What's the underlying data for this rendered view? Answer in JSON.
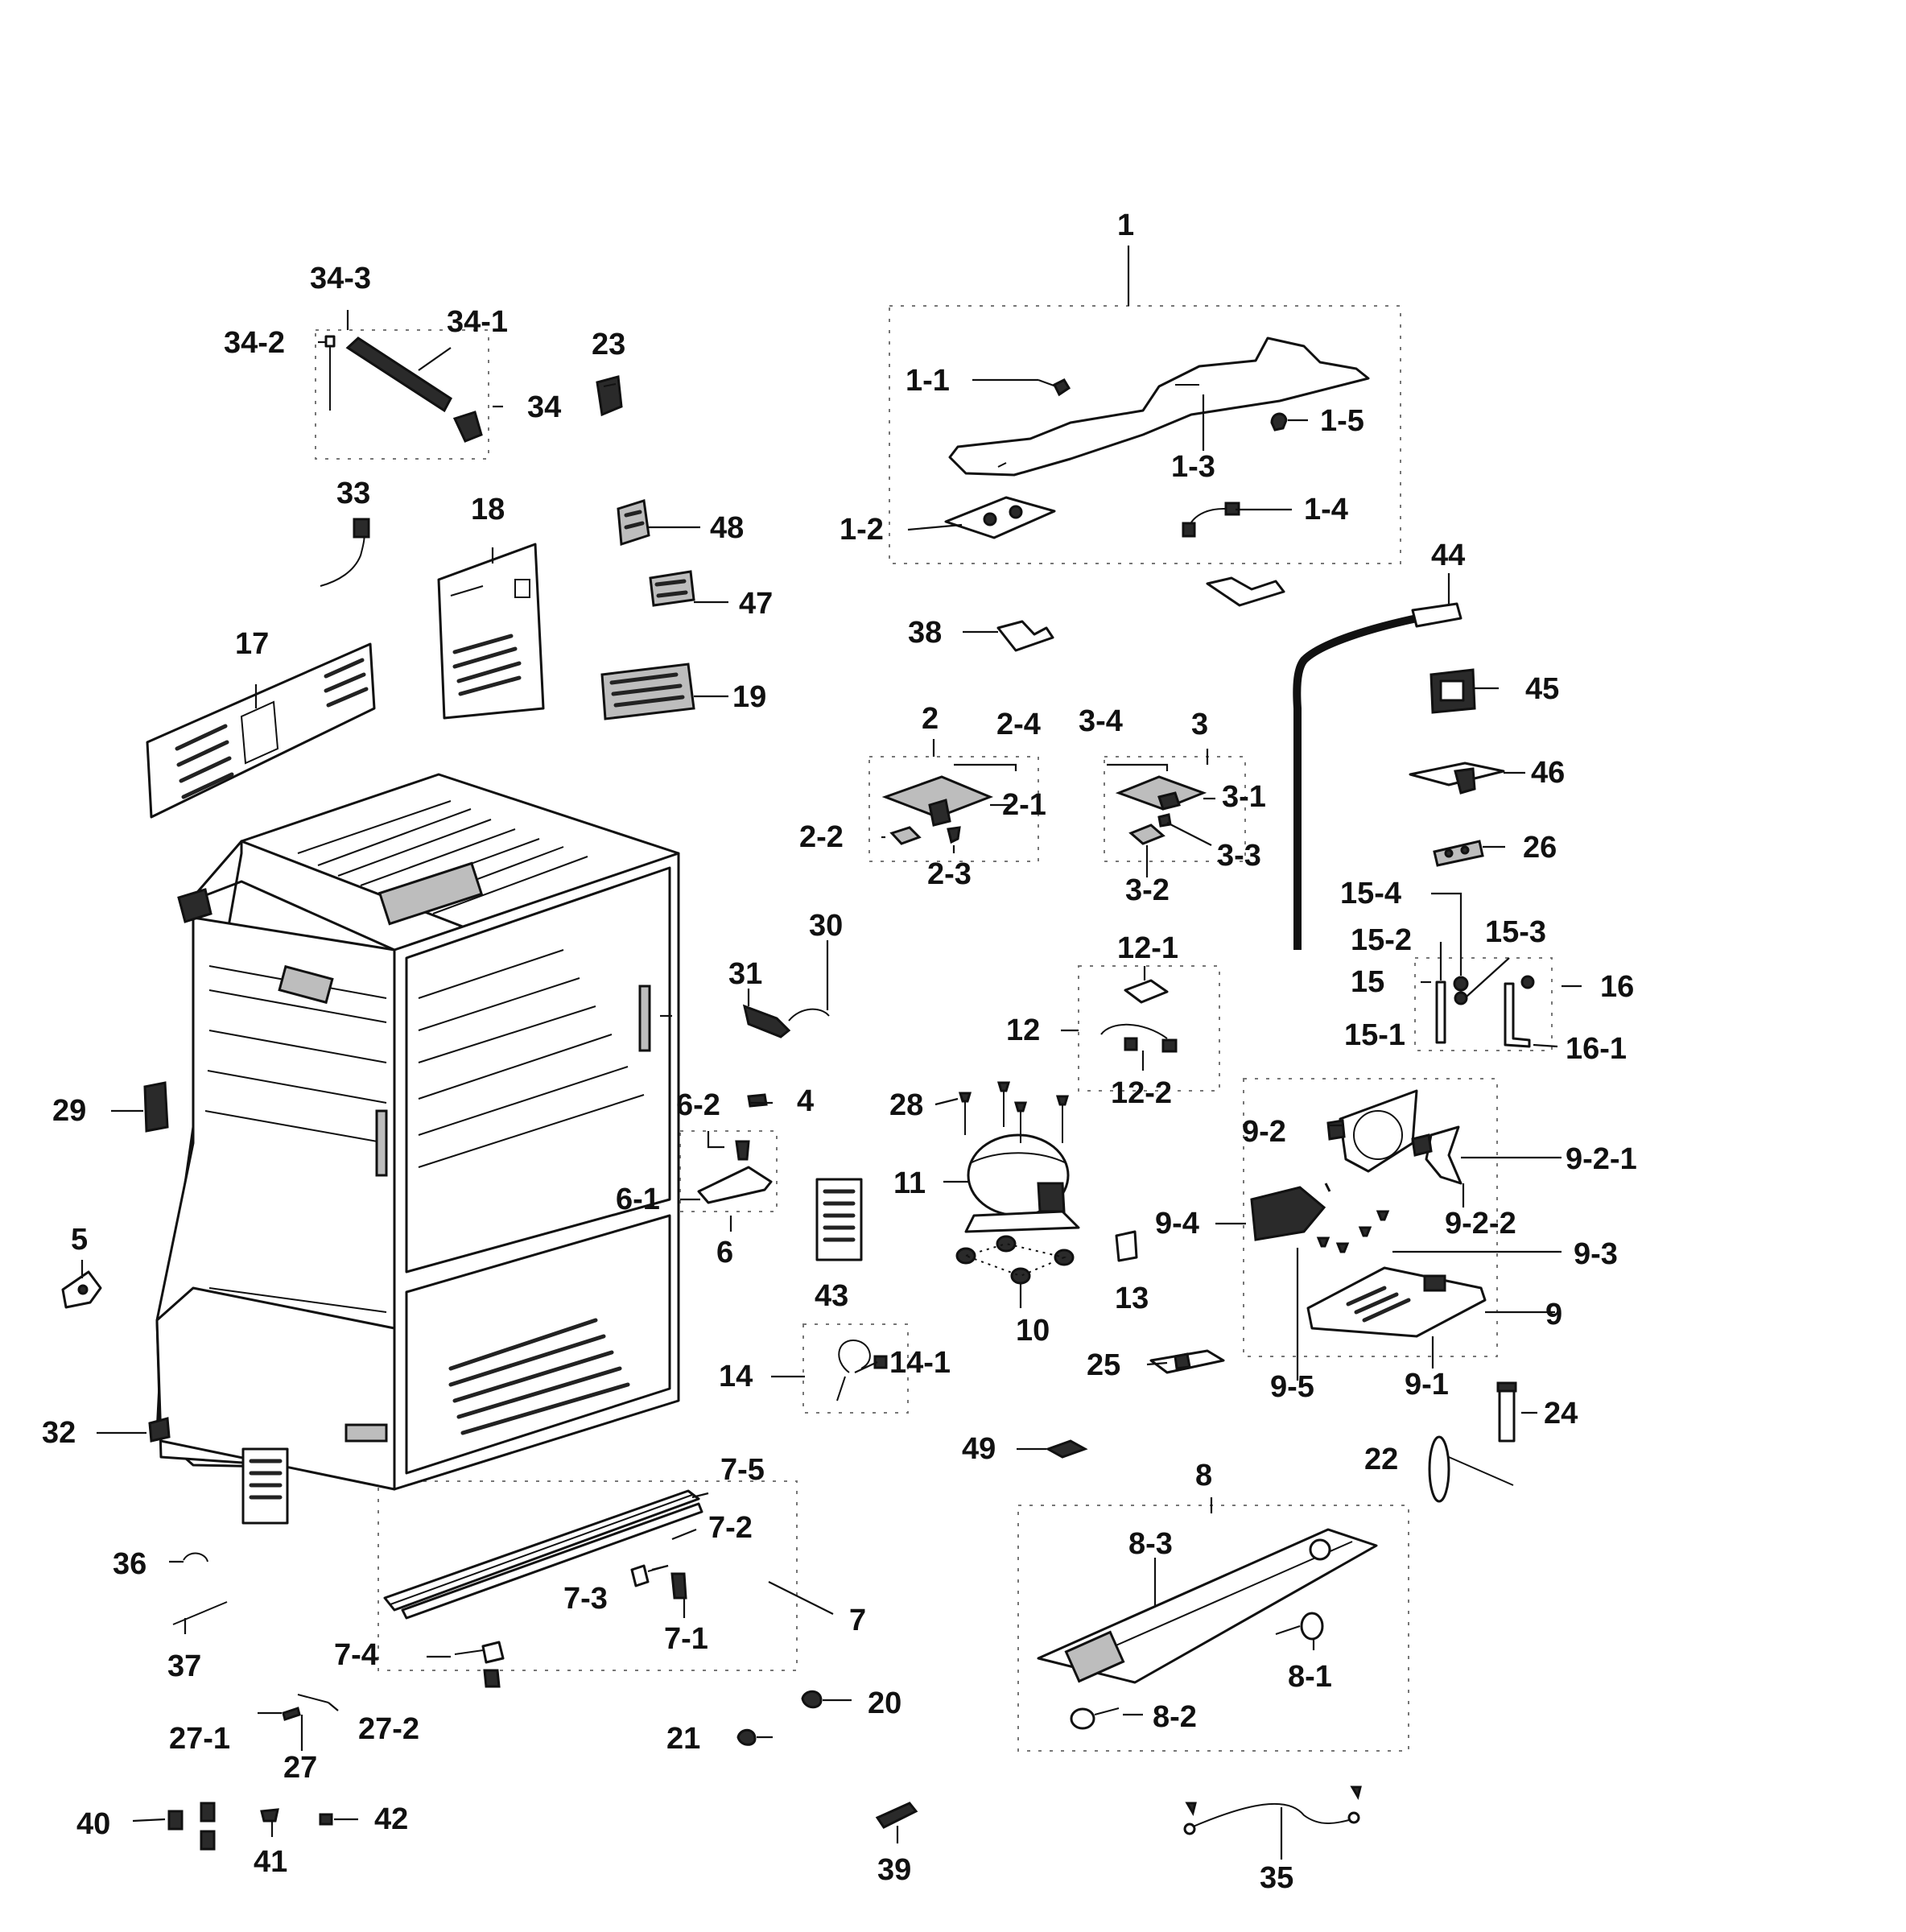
{
  "labels": {
    "l1": "1",
    "l1_1": "1-1",
    "l1_2": "1-2",
    "l1_3": "1-3",
    "l1_4": "1-4",
    "l1_5": "1-5",
    "l2": "2",
    "l2_1": "2-1",
    "l2_2": "2-2",
    "l2_3": "2-3",
    "l2_4": "2-4",
    "l3": "3",
    "l3_1": "3-1",
    "l3_2": "3-2",
    "l3_3": "3-3",
    "l3_4": "3-4",
    "l4": "4",
    "l5": "5",
    "l6": "6",
    "l6_1": "6-1",
    "l6_2": "6-2",
    "l7": "7",
    "l7_1": "7-1",
    "l7_2": "7-2",
    "l7_3": "7-3",
    "l7_4": "7-4",
    "l7_5": "7-5",
    "l8": "8",
    "l8_1": "8-1",
    "l8_2": "8-2",
    "l8_3": "8-3",
    "l9": "9",
    "l9_1": "9-1",
    "l9_2": "9-2",
    "l9_2_1": "9-2-1",
    "l9_2_2": "9-2-2",
    "l9_3": "9-3",
    "l9_4": "9-4",
    "l9_5": "9-5",
    "l10": "10",
    "l11": "11",
    "l12": "12",
    "l12_1": "12-1",
    "l12_2": "12-2",
    "l13": "13",
    "l14": "14",
    "l14_1": "14-1",
    "l15": "15",
    "l15_1": "15-1",
    "l15_2": "15-2",
    "l15_3": "15-3",
    "l15_4": "15-4",
    "l16": "16",
    "l16_1": "16-1",
    "l17": "17",
    "l18": "18",
    "l19": "19",
    "l20": "20",
    "l21": "21",
    "l22": "22",
    "l23": "23",
    "l24": "24",
    "l25": "25",
    "l26": "26",
    "l27": "27",
    "l27_1": "27-1",
    "l27_2": "27-2",
    "l28": "28",
    "l29": "29",
    "l30": "30",
    "l31": "31",
    "l32": "32",
    "l33": "33",
    "l34": "34",
    "l34_1": "34-1",
    "l34_2": "34-2",
    "l34_3": "34-3",
    "l35": "35",
    "l36": "36",
    "l37": "37",
    "l38": "38",
    "l39": "39",
    "l40": "40",
    "l41": "41",
    "l42": "42",
    "l43": "43",
    "l44": "44",
    "l45": "45",
    "l46": "46",
    "l47": "47",
    "l48": "48",
    "l49": "49"
  }
}
